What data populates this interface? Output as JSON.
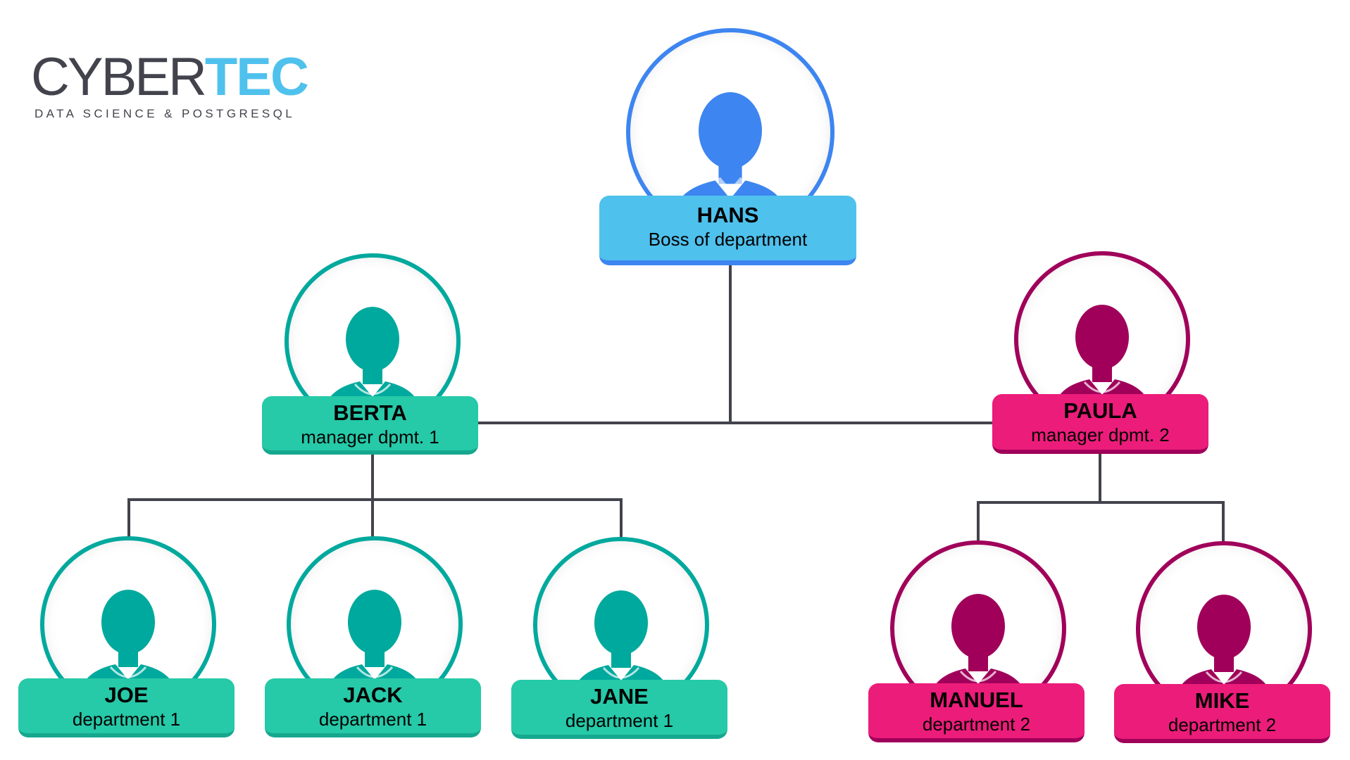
{
  "logo": {
    "text_dark": "CYBER",
    "text_accent": "TEC",
    "tagline": "DATA SCIENCE & POSTGRESQL"
  },
  "colors": {
    "boss": "#3d85f0",
    "boss_card": "#4fc1ed",
    "dept1": "#00a99d",
    "dept1_card": "#26c9a8",
    "dept2": "#a0005a",
    "dept2_card": "#ec1c7a",
    "line": "#43434d"
  },
  "nodes": {
    "hans": {
      "name": "HANS",
      "role": "Boss of department",
      "icon": "man-tie-icon"
    },
    "berta": {
      "name": "BERTA",
      "role": "manager dpmt. 1",
      "icon": "woman-short-hair-icon"
    },
    "paula": {
      "name": "PAULA",
      "role": "manager dpmt. 2",
      "icon": "woman-curly-hair-icon"
    },
    "joe": {
      "name": "JOE",
      "role": "department 1",
      "icon": "man-beard-icon"
    },
    "jack": {
      "name": "JACK",
      "role": "department 1",
      "icon": "man-quiff-icon"
    },
    "jane": {
      "name": "JANE",
      "role": "department 1",
      "icon": "woman-bob-icon"
    },
    "manuel": {
      "name": "MANUEL",
      "role": "department 2",
      "icon": "man-quiff-icon"
    },
    "mike": {
      "name": "MIKE",
      "role": "department 2",
      "icon": "man-beard-icon"
    }
  }
}
